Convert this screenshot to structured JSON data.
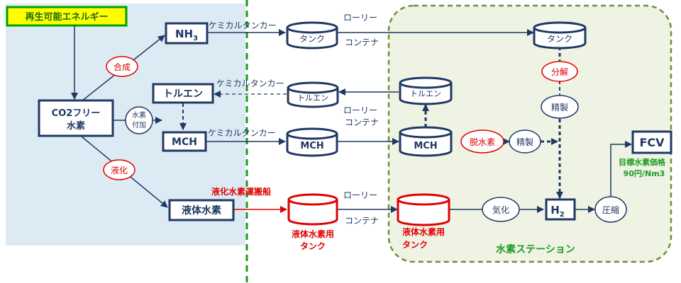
{
  "colors": {
    "navy": "#1f3864",
    "red": "#e00000",
    "green_dark": "#2e8b2e",
    "green_text": "#1f9a1f",
    "left_region": "#dcebf3",
    "station_region": "#eef3e3",
    "station_border": "#6f8f3a",
    "source_box": "#ffff00",
    "source_border": "#00a000",
    "divider": "#1a9a1a"
  },
  "source": "再生可能エネルギー",
  "nodes": {
    "nh3": "NH",
    "nh3_sub": "3",
    "co2free": [
      "CO2フリー",
      "水素"
    ],
    "toluene_box": "トルエン",
    "mch_box": "MCH",
    "liquid_box": "液体水素",
    "h2": "H",
    "h2_sub": "2",
    "fcv": "FCV"
  },
  "processes": {
    "synthesis": "合成",
    "hydrogenation": [
      "水素",
      "付加"
    ],
    "liquefaction": "液化",
    "decomposition": "分解",
    "refine1": "精製",
    "dehydrogenation": "脱水素",
    "refine2": "精製",
    "vaporize": "気化",
    "compress": "圧縮"
  },
  "tanks": {
    "tank1": "タンク",
    "tank2": "タンク",
    "toluene1": "トルエン",
    "toluene2": "トルエン",
    "mch1": "MCH",
    "mch2": "MCH"
  },
  "transport": {
    "chem1": "ケミカルタンカー",
    "chem2": "ケミカルタンカー",
    "chem3": "ケミカルタンカー",
    "lorry1": "ローリー",
    "container1": "コンテナ",
    "lorry2": "ローリー",
    "container2": "コンテナ",
    "lorry3": "ローリー",
    "container3": "コンテナ",
    "ship": "液化水素運搬船"
  },
  "liquid_tanks": {
    "tank1_label": [
      "液体水素用",
      "タンク"
    ],
    "tank2_label": [
      "液体水素用",
      "タンク"
    ]
  },
  "station_label": "水素ステーション",
  "target_price": [
    "目標水素価格",
    "90円/Nm3"
  ]
}
